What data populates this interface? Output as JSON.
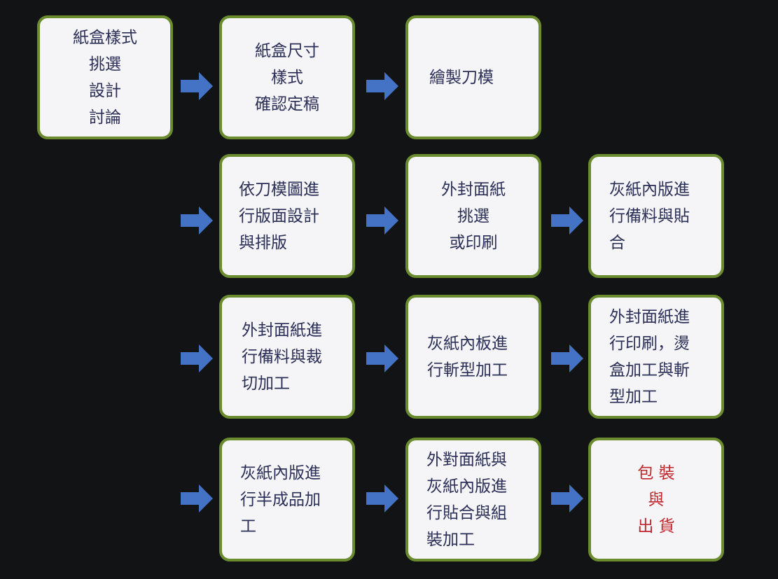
{
  "colors": {
    "background": "#121314",
    "box_fill": "#f5f4f6",
    "box_border": "#6b8c2e",
    "text": "#2b2f57",
    "final_text": "#c0262c",
    "arrow": "#4472c4"
  },
  "steps": [
    {
      "id": "style-discussion",
      "lines": [
        "紙盒樣式",
        "挑選",
        "設計",
        "討論"
      ]
    },
    {
      "id": "size-confirm",
      "lines": [
        "紙盒尺寸",
        "樣式",
        "確認定稿"
      ]
    },
    {
      "id": "die-drawing",
      "lines": [
        "繪製刀模"
      ]
    },
    {
      "id": "layout-design",
      "lines": [
        "依刀模圖進",
        "行版面設計",
        "與排版"
      ]
    },
    {
      "id": "cover-paper-select",
      "lines": [
        "外封面紙",
        "挑選",
        "或印刷"
      ]
    },
    {
      "id": "board-prep-laminate",
      "lines": [
        "灰紙內版進",
        "行備料與貼",
        "合"
      ]
    },
    {
      "id": "cover-prep-cut",
      "lines": [
        "外封面紙進",
        "行備料與裁",
        "切加工"
      ]
    },
    {
      "id": "board-die-cut",
      "lines": [
        "灰紙內板進",
        "行斬型加工"
      ]
    },
    {
      "id": "cover-print-foil",
      "lines": [
        "外封面紙進",
        "行印刷，燙",
        "盒加工與斬",
        "型加工"
      ]
    },
    {
      "id": "board-semi-finish",
      "lines": [
        "灰紙內版進",
        "行半成品加",
        "工"
      ]
    },
    {
      "id": "assembly",
      "lines": [
        "外對面紙與",
        "灰紙內版進",
        "行貼合與組",
        "裝加工"
      ]
    },
    {
      "id": "pack-ship",
      "lines": [
        "包 裝",
        "與",
        "出 貨"
      ]
    }
  ]
}
